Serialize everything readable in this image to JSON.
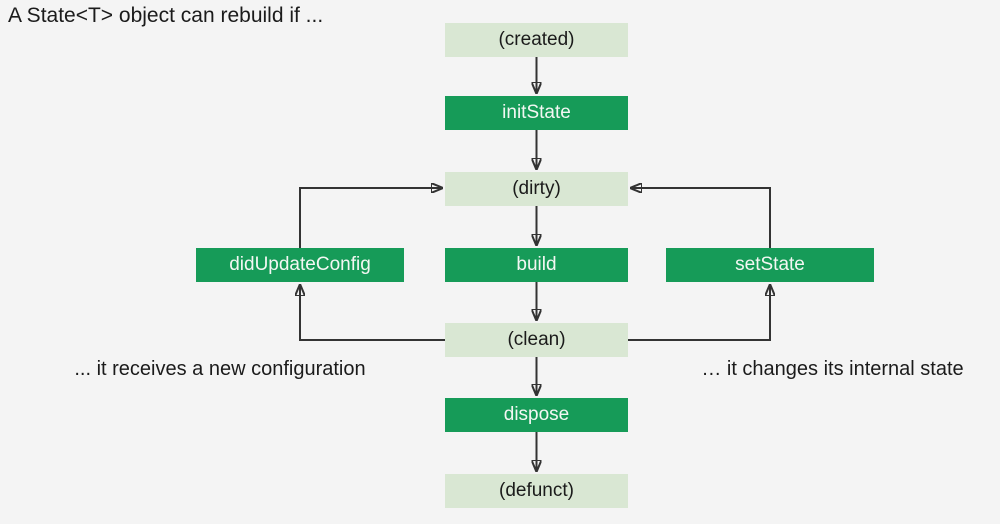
{
  "title": "A State<T> object can rebuild if ...",
  "captions": {
    "left": "... it receives a new configuration",
    "right": "… it changes its internal state"
  },
  "nodes": {
    "created": {
      "label": "(created)",
      "type": "state"
    },
    "initState": {
      "label": "initState",
      "type": "method"
    },
    "dirty": {
      "label": "(dirty)",
      "type": "state"
    },
    "didUpdateConfig": {
      "label": "didUpdateConfig",
      "type": "method"
    },
    "build": {
      "label": "build",
      "type": "method"
    },
    "setState": {
      "label": "setState",
      "type": "method"
    },
    "clean": {
      "label": "(clean)",
      "type": "state"
    },
    "dispose": {
      "label": "dispose",
      "type": "method"
    },
    "defunct": {
      "label": "(defunct)",
      "type": "state"
    }
  },
  "edges": [
    {
      "from": "(created)",
      "to": "initState"
    },
    {
      "from": "initState",
      "to": "(dirty)"
    },
    {
      "from": "(dirty)",
      "to": "build"
    },
    {
      "from": "build",
      "to": "(clean)"
    },
    {
      "from": "(clean)",
      "to": "dispose"
    },
    {
      "from": "dispose",
      "to": "(defunct)"
    },
    {
      "from": "didUpdateConfig",
      "to": "(dirty)"
    },
    {
      "from": "(clean)",
      "to": "didUpdateConfig"
    },
    {
      "from": "setState",
      "to": "(dirty)"
    },
    {
      "from": "(clean)",
      "to": "setState"
    }
  ],
  "colors": {
    "background": "#f4f4f4",
    "method_fill": "#169b58",
    "method_text": "#f3f7f3",
    "state_fill": "#d9e7d3",
    "state_text": "#1b1b1b",
    "arrow": "#333333"
  }
}
